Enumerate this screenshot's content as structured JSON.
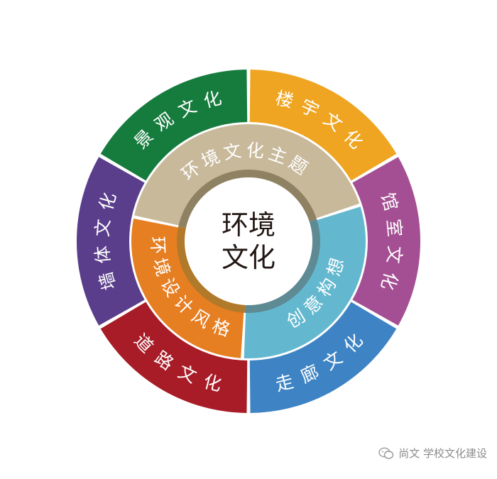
{
  "center": {
    "line1": "环境",
    "line2": "文化"
  },
  "inner_ring": [
    {
      "label": "环境文化主题",
      "color": "#c8b99b"
    },
    {
      "label": "创意构想",
      "color": "#63b8cf"
    },
    {
      "label": "环境设计风格",
      "color": "#e67e22"
    }
  ],
  "outer_ring": [
    {
      "label": "景观文化",
      "color": "#167c3e"
    },
    {
      "label": "楼宇文化",
      "color": "#efa521"
    },
    {
      "label": "馆室文化",
      "color": "#a44f93"
    },
    {
      "label": "走廊文化",
      "color": "#3e84c4"
    },
    {
      "label": "道路文化",
      "color": "#a81c27"
    },
    {
      "label": "墙体文化",
      "color": "#5a3e8c"
    }
  ],
  "hub_ring": {
    "colors": [
      "#8f8262",
      "#5e8a93",
      "#b07a2a"
    ]
  },
  "watermark": {
    "icon": "wechat-icon",
    "text": "尚文 学校文化建设"
  }
}
